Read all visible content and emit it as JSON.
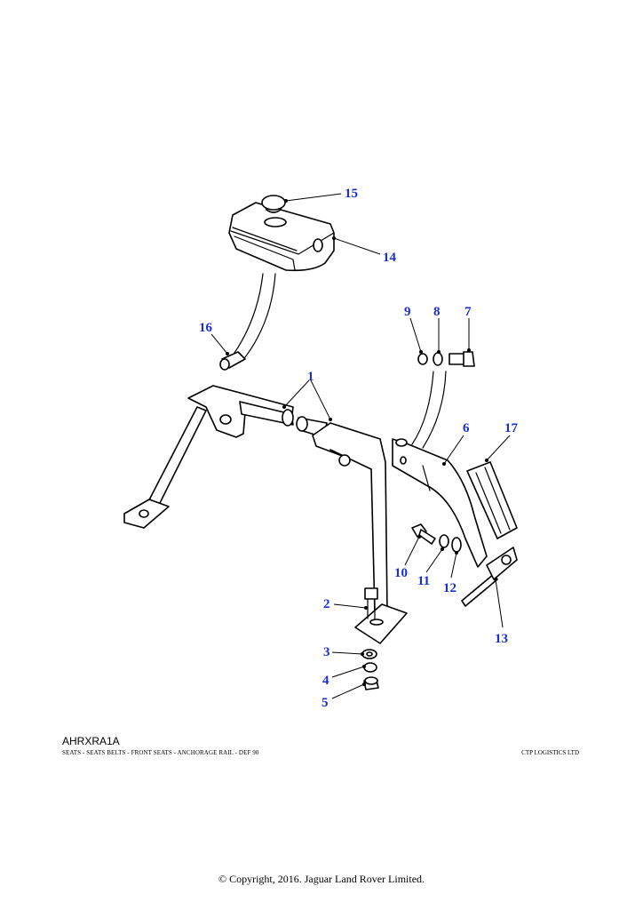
{
  "diagram": {
    "callouts": [
      {
        "id": "1",
        "label": "1"
      },
      {
        "id": "2",
        "label": "2"
      },
      {
        "id": "3",
        "label": "3"
      },
      {
        "id": "4",
        "label": "4"
      },
      {
        "id": "5",
        "label": "5"
      },
      {
        "id": "6",
        "label": "6"
      },
      {
        "id": "7",
        "label": "7"
      },
      {
        "id": "8",
        "label": "8"
      },
      {
        "id": "9",
        "label": "9"
      },
      {
        "id": "10",
        "label": "10"
      },
      {
        "id": "11",
        "label": "11"
      },
      {
        "id": "12",
        "label": "12"
      },
      {
        "id": "13",
        "label": "13"
      },
      {
        "id": "14",
        "label": "14"
      },
      {
        "id": "15",
        "label": "15"
      },
      {
        "id": "16",
        "label": "16"
      },
      {
        "id": "17",
        "label": "17"
      }
    ],
    "colors": {
      "callout": "#1a2fd0",
      "line": "#000000",
      "background": "#ffffff"
    }
  },
  "footer": {
    "reference_code": "AHRXRA1A",
    "caption": "SEATS - SEATS  BELTS - FRONT SEATS  - ANCHORAGE RAIL - DEF 90",
    "company": "CTP LOGISTICS LTD",
    "copyright": "© Copyright, 2016. Jaguar Land Rover Limited."
  }
}
